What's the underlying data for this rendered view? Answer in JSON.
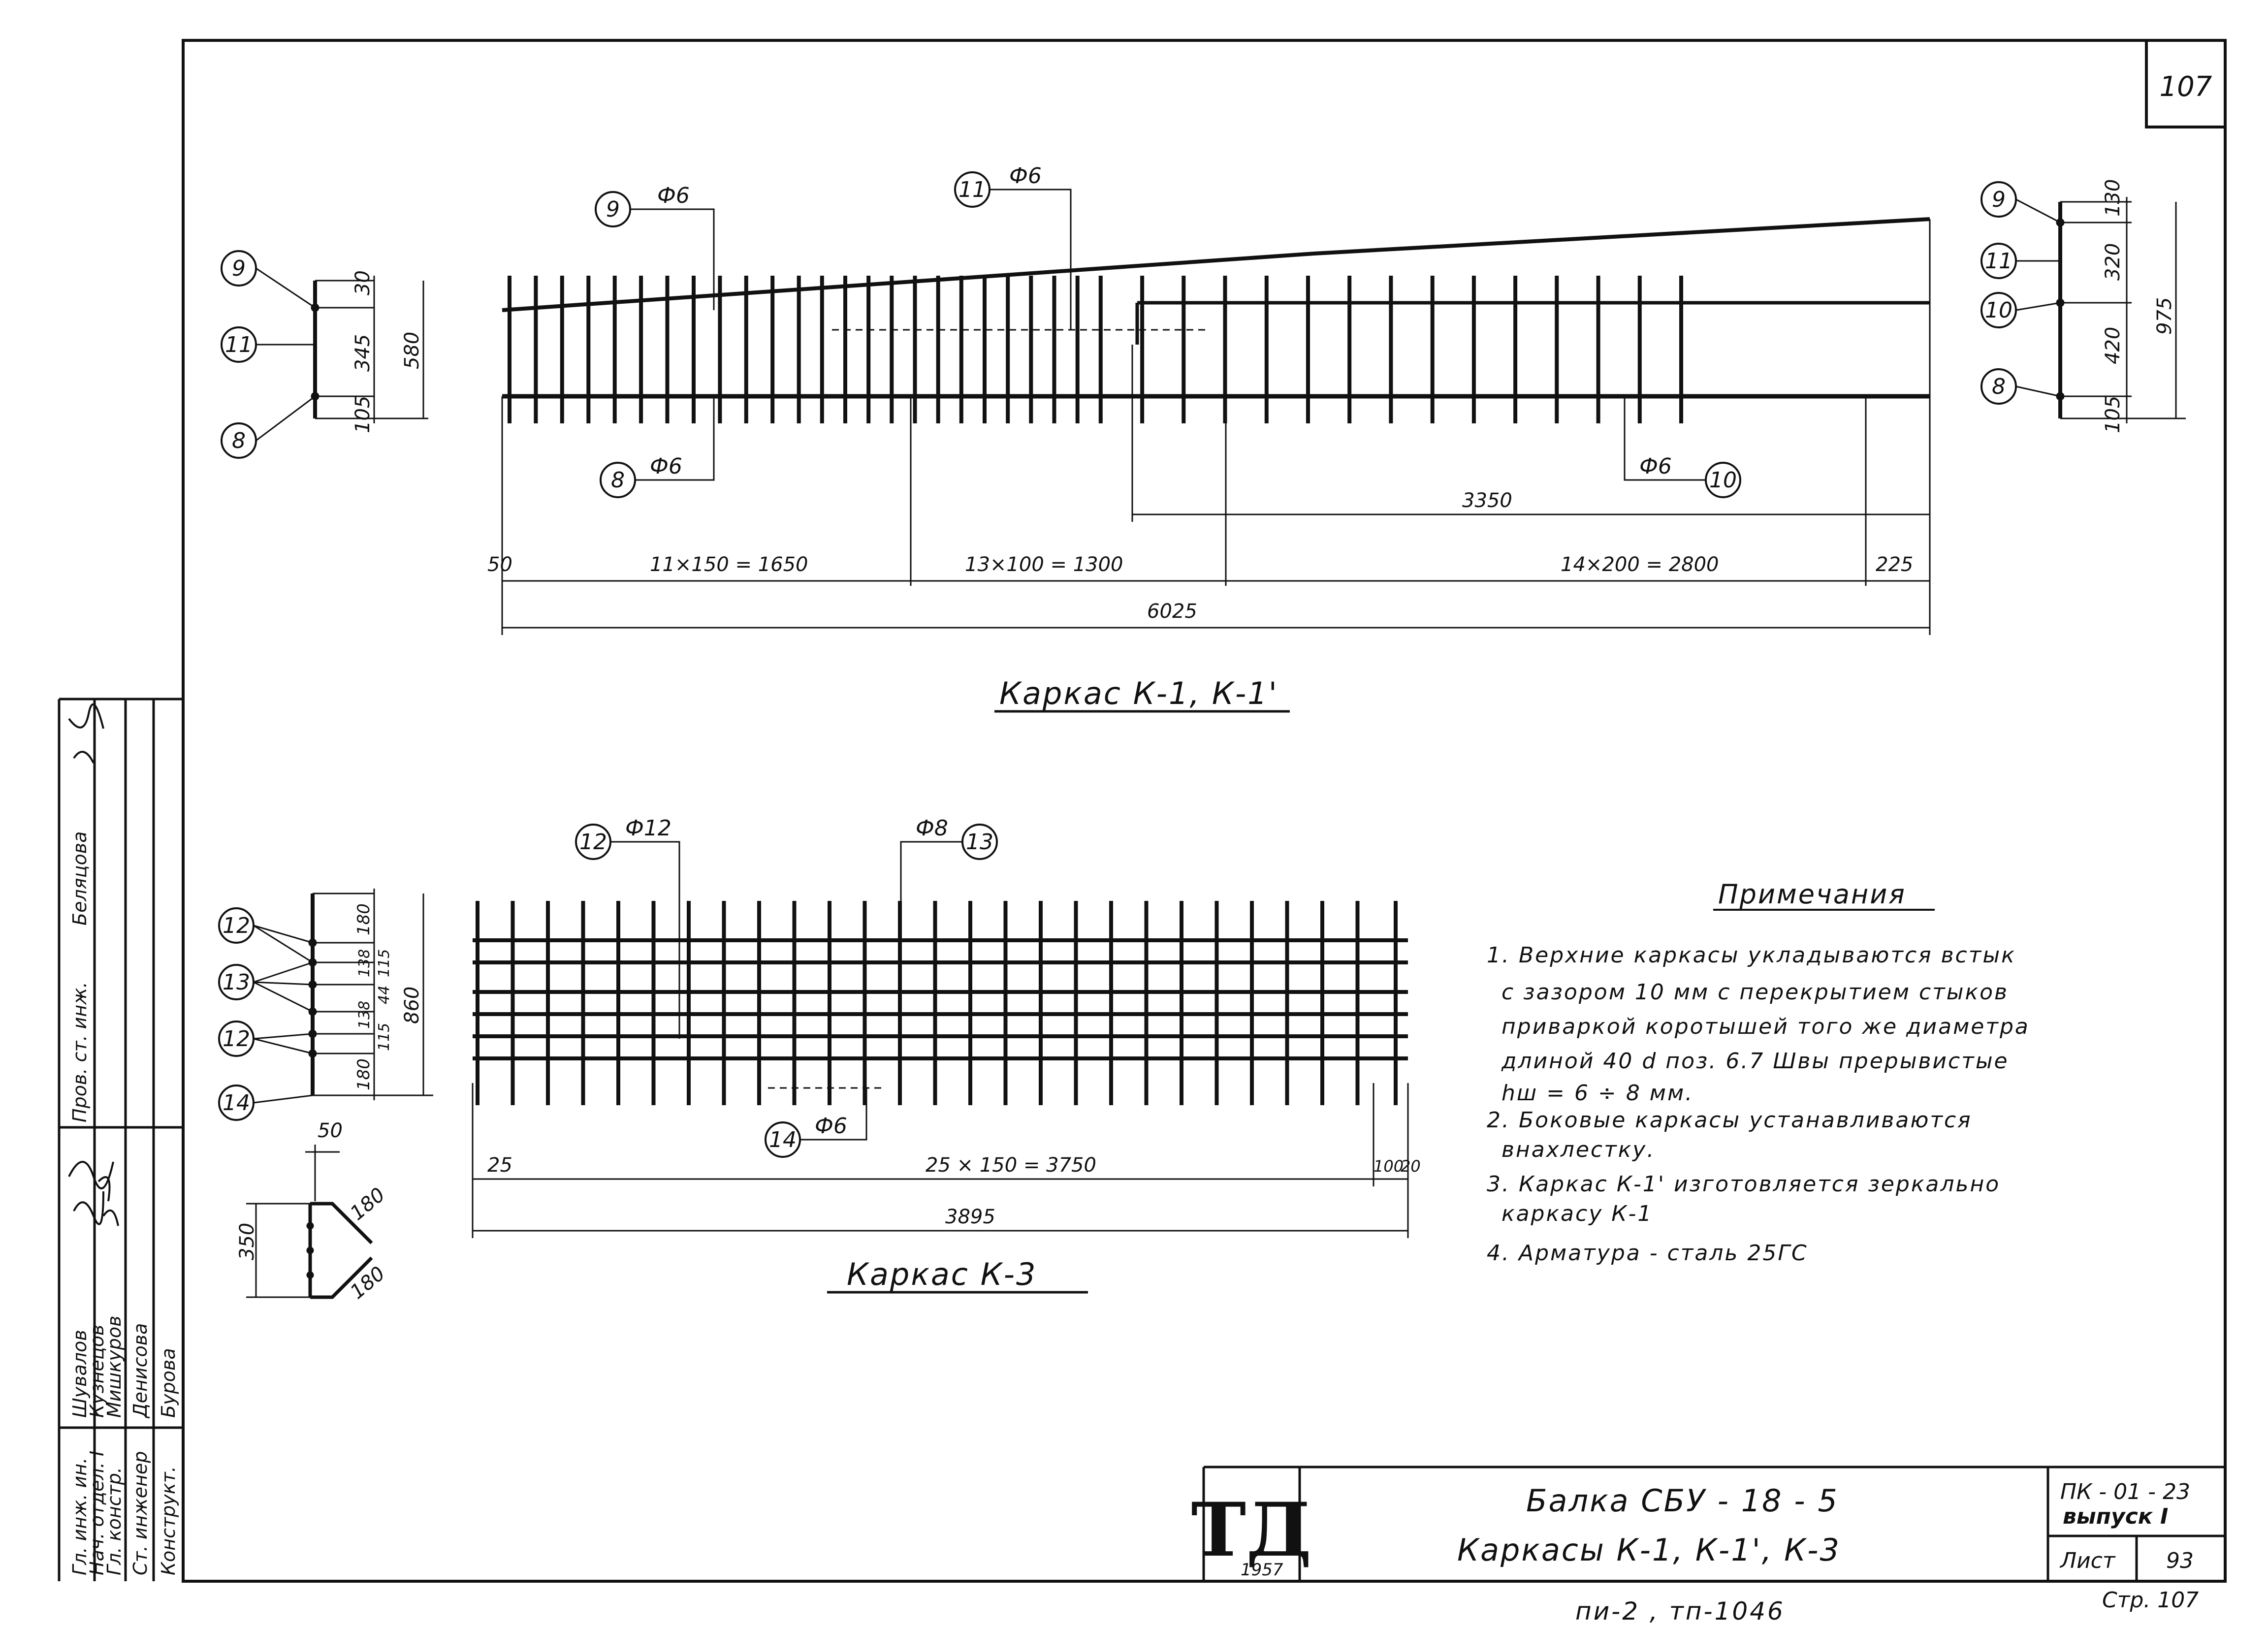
{
  "sheet": {
    "page_corner": "107",
    "footer_codes": "пи-2 ,  тп-1046",
    "page_label": "Стр. 107"
  },
  "title_block": {
    "logo": "ТД",
    "logo_year": "1957",
    "title_line1": "Балка  СБУ - 18 - 5",
    "title_line2": "Каркасы  К-1, К-1', К-3",
    "series": "ПК - 01 - 23",
    "issue": "выпуск I",
    "sheet_label": "Лист",
    "sheet_number": "93"
  },
  "signatures": {
    "rows": [
      {
        "role": "Гл. инж. ин.",
        "name": "Шувалов"
      },
      {
        "role": "Нач. отдел. I",
        "name": "Кузнецов"
      },
      {
        "role": "Гл. констр.",
        "name": "Мишкуров"
      },
      {
        "role": "Ст. инженер",
        "name": "Денисова"
      },
      {
        "role": "Конструкт.",
        "name": "Бурова"
      }
    ],
    "checker_role": "Пров. ст. инж.",
    "checker_name": "Беляцова"
  },
  "frame_k1": {
    "caption": "Каркас К-1,  К-1'",
    "callouts": {
      "c9": "9",
      "c11": "11",
      "c8": "8",
      "c10": "10"
    },
    "bars": {
      "b9": "Ф6",
      "b11": "Ф6",
      "b8": "Ф6",
      "b10": "Ф6"
    },
    "dims": {
      "d50": "50",
      "d1650": "11×150 = 1650",
      "d1300": "13×100 = 1300",
      "d2800": "14×200 = 2800",
      "d225": "225",
      "d6025": "6025",
      "d3350": "3350"
    },
    "left_section": {
      "c9": "9",
      "c11": "11",
      "c8": "8",
      "d30": "30",
      "d345": "345",
      "d105": "105",
      "d580": "580"
    },
    "right_section": {
      "c9": "9",
      "c11": "11",
      "c10": "10",
      "c8": "8",
      "d130": "130",
      "d320": "320",
      "d420": "420",
      "d105": "105",
      "d975": "975"
    }
  },
  "frame_k3": {
    "caption": "Каркас  К-3",
    "callouts": {
      "c12": "12",
      "c13": "13",
      "c14": "14"
    },
    "bars": {
      "b12": "Ф12",
      "b13": "Ф8",
      "b14": "Ф6"
    },
    "dims": {
      "d25": "25",
      "d3750": "25 × 150 = 3750",
      "d100": "100",
      "d20": "20",
      "d3895": "3895"
    },
    "section": {
      "c12a": "12",
      "c13": "13",
      "c12b": "12",
      "c14": "14",
      "d180a": "180",
      "d115a": "115",
      "d138a": "138",
      "d44": "44",
      "d138b": "138",
      "d115b": "115",
      "d180b": "180",
      "d860": "860"
    },
    "detail": {
      "d50": "50",
      "d350": "350",
      "d180a": "180",
      "d180b": "180"
    }
  },
  "notes": {
    "title": "Примечания",
    "lines": [
      "1. Верхние каркасы укладываются встык",
      "с зазором 10 мм с перекрытием стыков",
      "приваркой коротышей того же диаметра",
      "длиной 40 d поз. 6.7  Швы прерывистые",
      "hш = 6 ÷ 8 мм.",
      "2. Боковые каркасы устанавливаются",
      "внахлестку.",
      "3. Каркас К-1' изготовляется зеркально",
      "каркасу К-1",
      "4. Арматура - сталь 25ГС"
    ]
  }
}
